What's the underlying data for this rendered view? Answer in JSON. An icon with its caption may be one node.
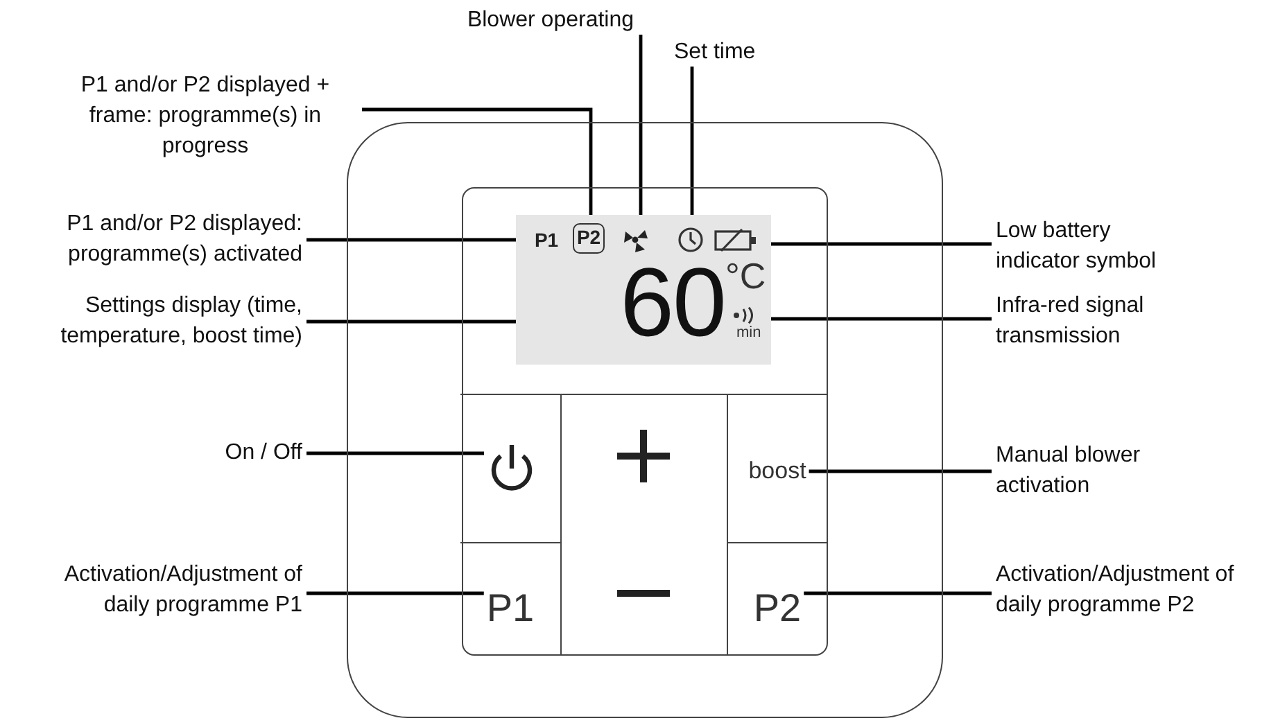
{
  "diagram": {
    "nodes": [
      {
        "text": [
          "Blower operating"
        ]
      },
      {
        "text": [
          "Set time"
        ]
      },
      {
        "text": [
          "P1 and/or P2 displayed + frame: programme(s) in progress"
        ]
      },
      {
        "text": [
          "P1 and/or P2 displayed: programme(s) activated"
        ]
      },
      {
        "text": [
          "Settings display (time, temperature, boost time)"
        ]
      },
      {
        "text": [
          "Low battery indicator symbol"
        ]
      },
      {
        "text": [
          "Infra-red signal transmission"
        ]
      },
      {
        "text": [
          "On / Off"
        ]
      },
      {
        "text": [
          "Manual blower activation"
        ]
      },
      {
        "text": [
          "Activation/Adjustment of daily programme P1"
        ]
      },
      {
        "text": [
          "Activation/Adjustment of daily programme P2"
        ]
      },
      {
        "text": [],
        "shape": "box"
      },
      {
        "text": [],
        "shape": "box",
        "in": 11
      },
      {
        "text": [],
        "shape": "box",
        "in": 12
      },
      {
        "text": [
          "P1"
        ],
        "in": 13
      },
      {
        "text": [
          "P2"
        ],
        "in": 13
      },
      {
        "text": [],
        "shape": "fan",
        "in": 13
      },
      {
        "text": [],
        "shape": "clock",
        "in": 13
      },
      {
        "text": [],
        "shape": "battery",
        "in": 13
      },
      {
        "text": [
          "60"
        ],
        "in": 13
      },
      {
        "text": [],
        "shape": "signal",
        "in": 13
      },
      {
        "text": [],
        "shape": "box",
        "in": 12
      },
      {
        "text": [],
        "shape": "box",
        "in": 12
      },
      {
        "text": [
          "boost"
        ],
        "in": 12
      },
      {
        "text": [
          "P1"
        ],
        "in": 12
      },
      {
        "text": [
          "P2"
        ],
        "in": 12
      }
    ],
    "edges": [
      {
        "from": 0,
        "to": 16,
        "arrow": "none"
      },
      {
        "from": 1,
        "to": 17,
        "arrow": "none"
      },
      {
        "from": 2,
        "to": 15,
        "arrow": "none"
      },
      {
        "from": 3,
        "to": 14,
        "arrow": "none"
      },
      {
        "from": 4,
        "to": 19,
        "arrow": "none"
      },
      {
        "from": 5,
        "to": 18,
        "arrow": "none"
      },
      {
        "from": 6,
        "to": 20,
        "arrow": "none"
      },
      {
        "from": 7,
        "to": 21,
        "arrow": "none"
      },
      {
        "from": 8,
        "to": 23,
        "arrow": "none"
      },
      {
        "from": 9,
        "to": 24,
        "arrow": "none"
      },
      {
        "from": 10,
        "to": 25,
        "arrow": "none"
      }
    ],
    "labels": [
      "°C",
      "min"
    ]
  }
}
